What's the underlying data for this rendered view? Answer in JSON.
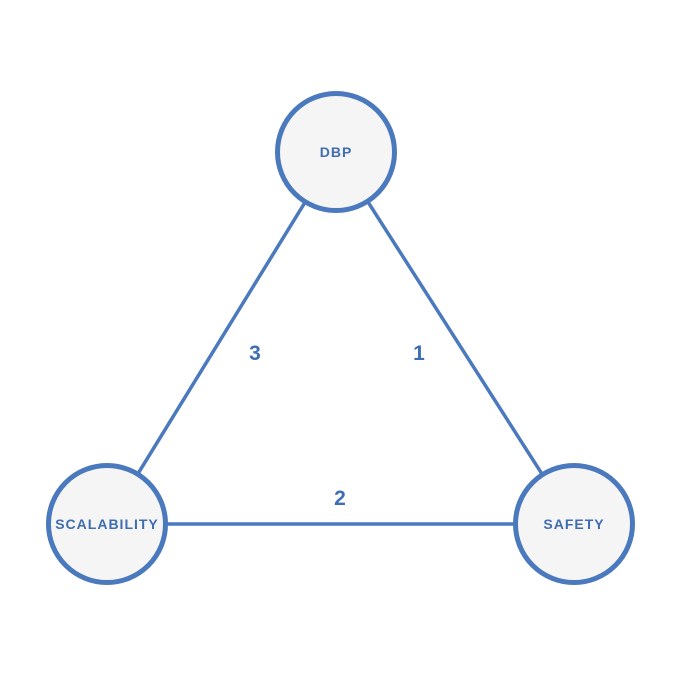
{
  "diagram": {
    "type": "weighted-graph",
    "nodes": [
      {
        "id": "dbp",
        "label": "DBP"
      },
      {
        "id": "scalability",
        "label": "SCALABILITY"
      },
      {
        "id": "safety",
        "label": "SAFETY"
      }
    ],
    "edges": [
      {
        "from": "DBP",
        "to": "SCALABILITY",
        "weight": "3"
      },
      {
        "from": "DBP",
        "to": "SAFETY",
        "weight": "1"
      },
      {
        "from": "SCALABILITY",
        "to": "SAFETY",
        "weight": "2"
      }
    ],
    "colors": {
      "node_stroke": "#4a79be",
      "node_fill": "#f5f5f5",
      "edge_stroke": "#4a79be",
      "label_text": "#3f6db3",
      "background": "#ffffff"
    }
  }
}
